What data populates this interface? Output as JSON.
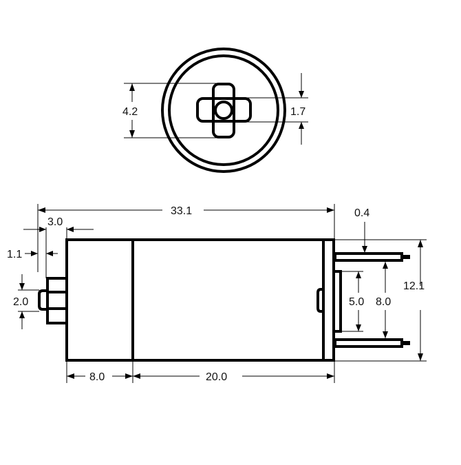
{
  "drawing": {
    "title": "Capacitor dimension drawing",
    "units": "mm",
    "colors": {
      "line": "#000000",
      "background": "#ffffff"
    },
    "end_view": {
      "dimensions": {
        "terminal_height": "4.2",
        "center_hole": "1.7"
      }
    },
    "side_view": {
      "dimensions": {
        "overall_length": "33.1",
        "stud_length": "3.0",
        "stud_tip": "1.1",
        "stud_tip_height": "2.0",
        "terminal_thickness": "0.4",
        "body_diameter": "12.1",
        "base_height": "5.0",
        "terminal_spacing": "8.0",
        "cap_length": "8.0",
        "body_length": "20.0"
      }
    }
  }
}
